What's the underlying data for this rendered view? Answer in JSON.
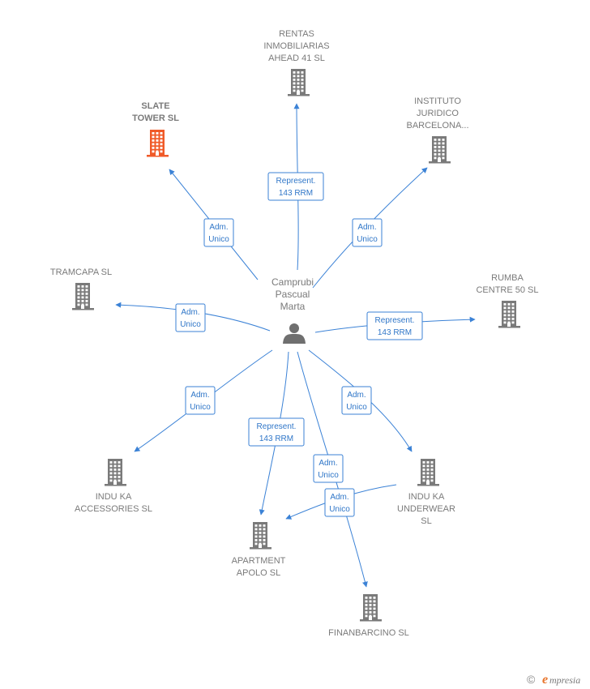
{
  "center": {
    "name_lines": [
      "Camprubi",
      "Pascual",
      "Marta"
    ],
    "icon": "person-icon"
  },
  "nodes": [
    {
      "id": "rentas",
      "lines": [
        "RENTAS",
        "INMOBILIARIAS",
        "AHEAD 41  SL"
      ],
      "icon": "building-icon",
      "color": "#7a7a7a"
    },
    {
      "id": "instituto",
      "lines": [
        "INSTITUTO",
        "JURIDICO",
        "BARCELONA..."
      ],
      "icon": "building-icon",
      "color": "#7a7a7a"
    },
    {
      "id": "slate",
      "lines": [
        "SLATE",
        "TOWER  SL"
      ],
      "icon": "building-icon",
      "color": "#f05a28",
      "highlight": true
    },
    {
      "id": "tramcapa",
      "lines": [
        "TRAMCAPA  SL"
      ],
      "icon": "building-icon",
      "color": "#7a7a7a"
    },
    {
      "id": "rumba",
      "lines": [
        "RUMBA",
        "CENTRE 50  SL"
      ],
      "icon": "building-icon",
      "color": "#7a7a7a"
    },
    {
      "id": "indu-acc",
      "lines": [
        "INDU KA",
        "ACCESSORIES SL"
      ],
      "icon": "building-icon",
      "color": "#7a7a7a"
    },
    {
      "id": "indu-und",
      "lines": [
        "INDU KA",
        "UNDERWEAR",
        "SL"
      ],
      "icon": "building-icon",
      "color": "#7a7a7a"
    },
    {
      "id": "apolo",
      "lines": [
        "APARTMENT",
        "APOLO  SL"
      ],
      "icon": "building-icon",
      "color": "#7a7a7a"
    },
    {
      "id": "finan",
      "lines": [
        "FINANBARCINO SL"
      ],
      "icon": "building-icon",
      "color": "#7a7a7a"
    }
  ],
  "edges": [
    {
      "to": "rentas",
      "lines": [
        "Represent.",
        "143 RRM"
      ]
    },
    {
      "to": "instituto",
      "lines": [
        "Adm.",
        "Unico"
      ]
    },
    {
      "to": "slate",
      "lines": [
        "Adm.",
        "Unico"
      ]
    },
    {
      "to": "tramcapa",
      "lines": [
        "Adm.",
        "Unico"
      ]
    },
    {
      "to": "rumba",
      "lines": [
        "Represent.",
        "143 RRM"
      ]
    },
    {
      "to": "indu-acc",
      "lines": [
        "Adm.",
        "Unico"
      ]
    },
    {
      "to": "indu-und",
      "lines": [
        "Adm.",
        "Unico"
      ]
    },
    {
      "to": "apolo",
      "lines": [
        "Represent.",
        "143 RRM"
      ]
    },
    {
      "to": "finan",
      "lines": [
        "Adm.",
        "Unico"
      ]
    },
    {
      "from": "indu-und",
      "to": "apolo",
      "lines": [
        "Adm.",
        "Unico"
      ]
    }
  ],
  "colors": {
    "edge": "#3b82d6",
    "highlight": "#f05a28",
    "node": "#7a7a7a"
  },
  "watermark": {
    "symbol": "©",
    "brand_initial": "e",
    "brand_rest": "mpresia"
  }
}
